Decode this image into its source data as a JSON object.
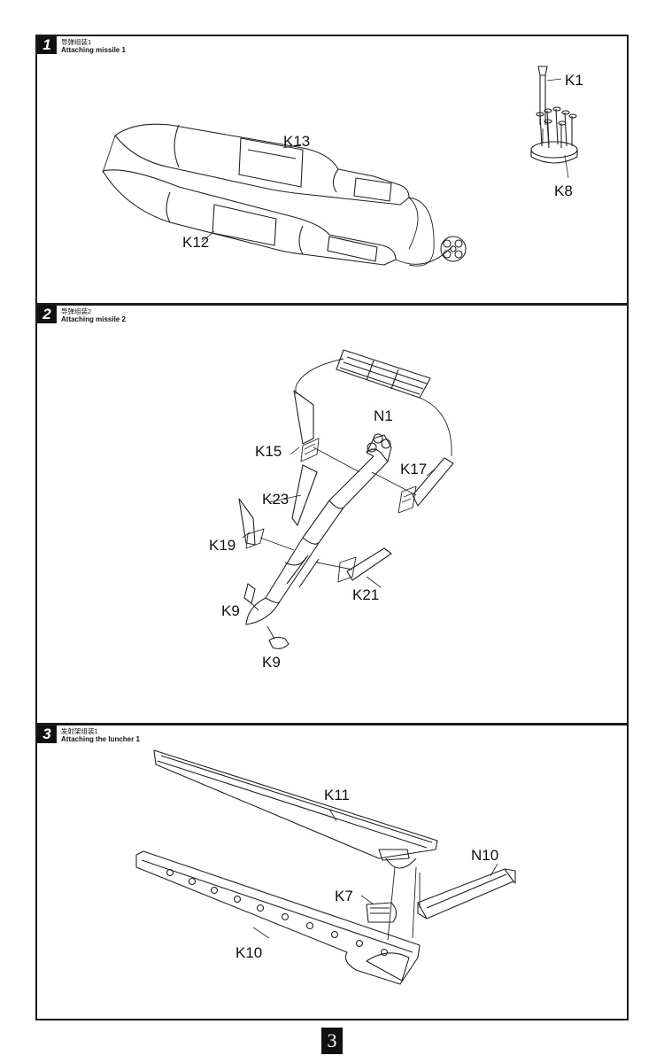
{
  "steps": [
    {
      "number": "1",
      "title_cn": "导弹组装1",
      "title_en": "Attaching missile 1",
      "parts": [
        "K13",
        "K12",
        "K1",
        "K8"
      ]
    },
    {
      "number": "2",
      "title_cn": "导弹组装2",
      "title_en": "Attaching missile 2",
      "parts": [
        "N1",
        "K15",
        "K17",
        "K23",
        "K19",
        "K21",
        "K9",
        "K9"
      ]
    },
    {
      "number": "3",
      "title_cn": "发射架组装1",
      "title_en": "Attaching the luncher 1",
      "parts": [
        "K11",
        "N10",
        "K7",
        "K10"
      ]
    }
  ],
  "page_number": "3"
}
